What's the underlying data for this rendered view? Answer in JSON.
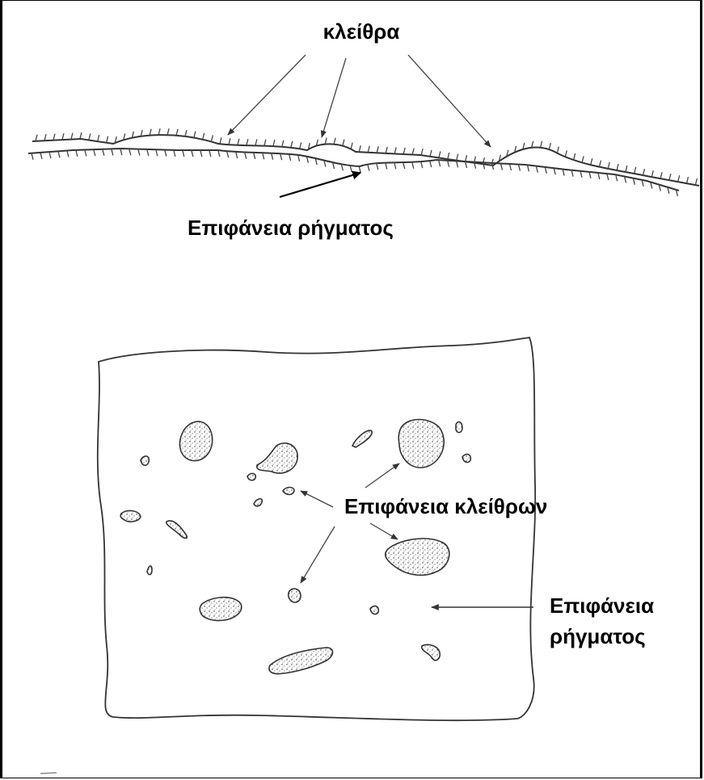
{
  "labels": {
    "pores_top": "κλείθρα",
    "fracture_surface_top": "Επιφάνεια ρήγματος",
    "pore_surface": "Επιφάνεια κλείθρων",
    "fracture_surface_right_line1": "Επιφάνεια",
    "fracture_surface_right_line2": "ρήγματος"
  },
  "colors": {
    "ink": "#000000",
    "sketch": "#333333",
    "background": "#ffffff"
  }
}
